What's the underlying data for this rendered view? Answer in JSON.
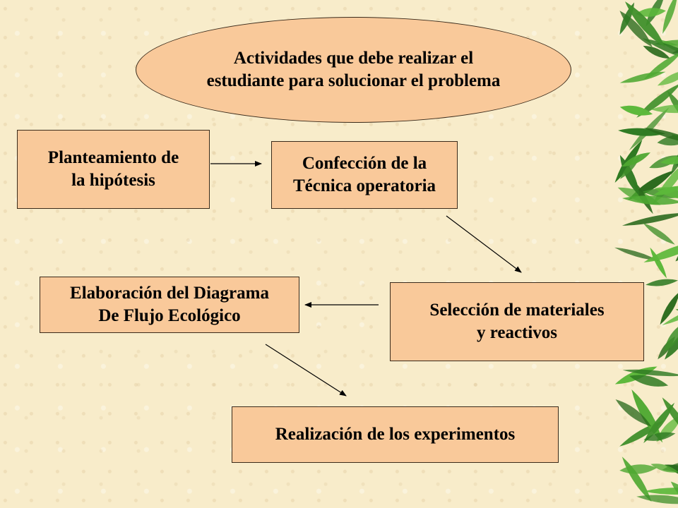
{
  "title": "Actividades que debe realizar el\nestudiante para solucionar el problema",
  "nodes": {
    "hipotesis": "Planteamiento de\nla hipótesis",
    "tecnica": "Confección de la\nTécnica operatoria",
    "seleccion": "Selección de materiales\ny reactivos",
    "diagrama": "Elaboración del Diagrama\nDe Flujo Ecológico",
    "experimentos": "Realización de los experimentos"
  },
  "colors": {
    "box_fill": "#f9c99a",
    "background": "#f8ecca",
    "leaf": "#3f8f2a"
  }
}
